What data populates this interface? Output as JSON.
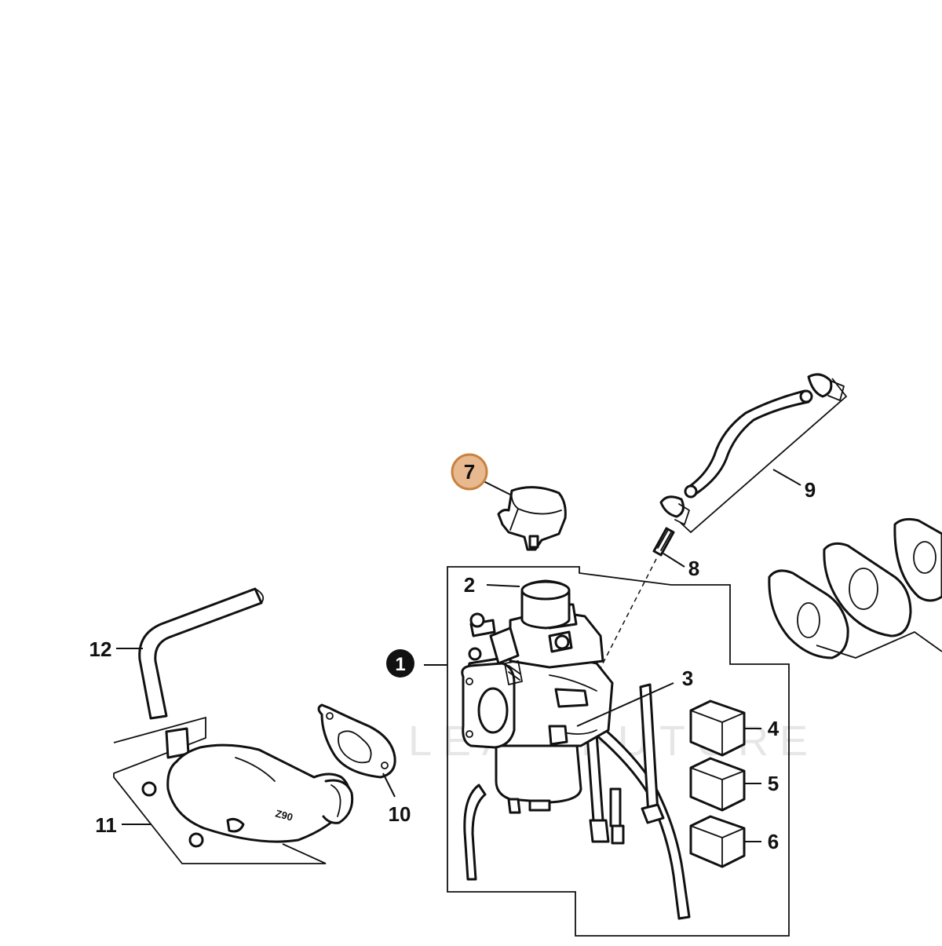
{
  "diagram": {
    "callouts": [
      {
        "id": "1",
        "text": "1",
        "style": "filled-black"
      },
      {
        "id": "2",
        "text": "2"
      },
      {
        "id": "3",
        "text": "3"
      },
      {
        "id": "4",
        "text": "4"
      },
      {
        "id": "5",
        "text": "5"
      },
      {
        "id": "6",
        "text": "6"
      },
      {
        "id": "7",
        "text": "7",
        "style": "highlighted"
      },
      {
        "id": "8",
        "text": "8"
      },
      {
        "id": "9",
        "text": "9"
      },
      {
        "id": "10",
        "text": "10"
      },
      {
        "id": "11",
        "text": "11"
      },
      {
        "id": "12",
        "text": "12"
      }
    ],
    "part_marking": "Z90",
    "watermark": "LEAF FUTURE",
    "colors": {
      "highlight_fill": "#e8b98e",
      "highlight_stroke": "#c9823f",
      "line": "#111111",
      "background": "#ffffff"
    }
  }
}
